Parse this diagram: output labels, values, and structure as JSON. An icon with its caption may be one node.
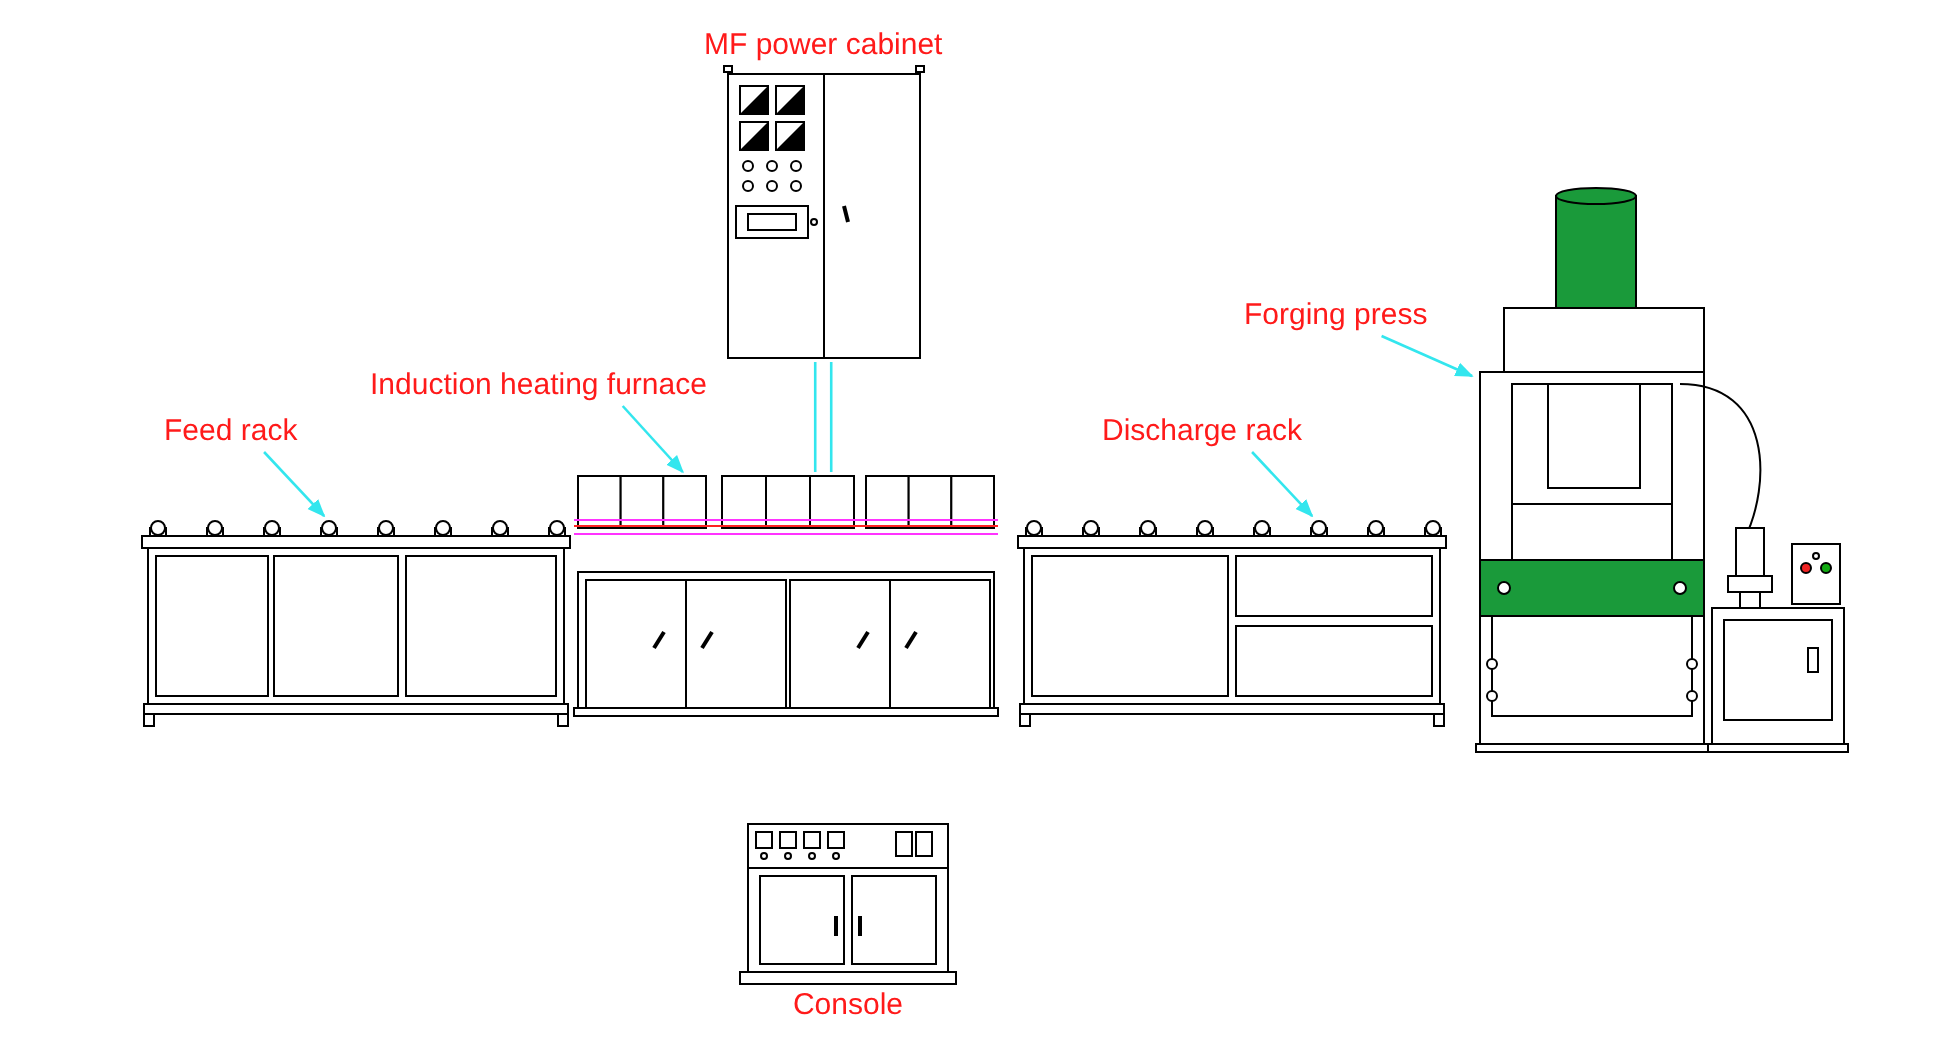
{
  "diagram": {
    "nodes": [
      {
        "text": [
          "Feed rack"
        ]
      },
      {
        "text": [
          "Induction heating furnace"
        ]
      },
      {
        "text": [
          "Discharge rack"
        ]
      },
      {
        "text": [
          "Forging press"
        ]
      },
      {
        "text": [
          "MF power cabinet"
        ]
      },
      {
        "text": [
          "Console"
        ]
      },
      {
        "text": [],
        "shape": "picture"
      },
      {
        "text": [],
        "shape": "picture"
      },
      {
        "text": [],
        "shape": "picture"
      },
      {
        "text": [],
        "shape": "picture"
      }
    ],
    "edges": [
      {
        "from": 0,
        "to": 6,
        "arrow": "to"
      },
      {
        "from": 1,
        "to": 7,
        "arrow": "to"
      },
      {
        "from": 2,
        "to": 8,
        "arrow": "to"
      },
      {
        "from": 3,
        "to": 9,
        "arrow": "to"
      },
      {
        "from": 4,
        "to": 7,
        "arrow": "none"
      }
    ]
  }
}
